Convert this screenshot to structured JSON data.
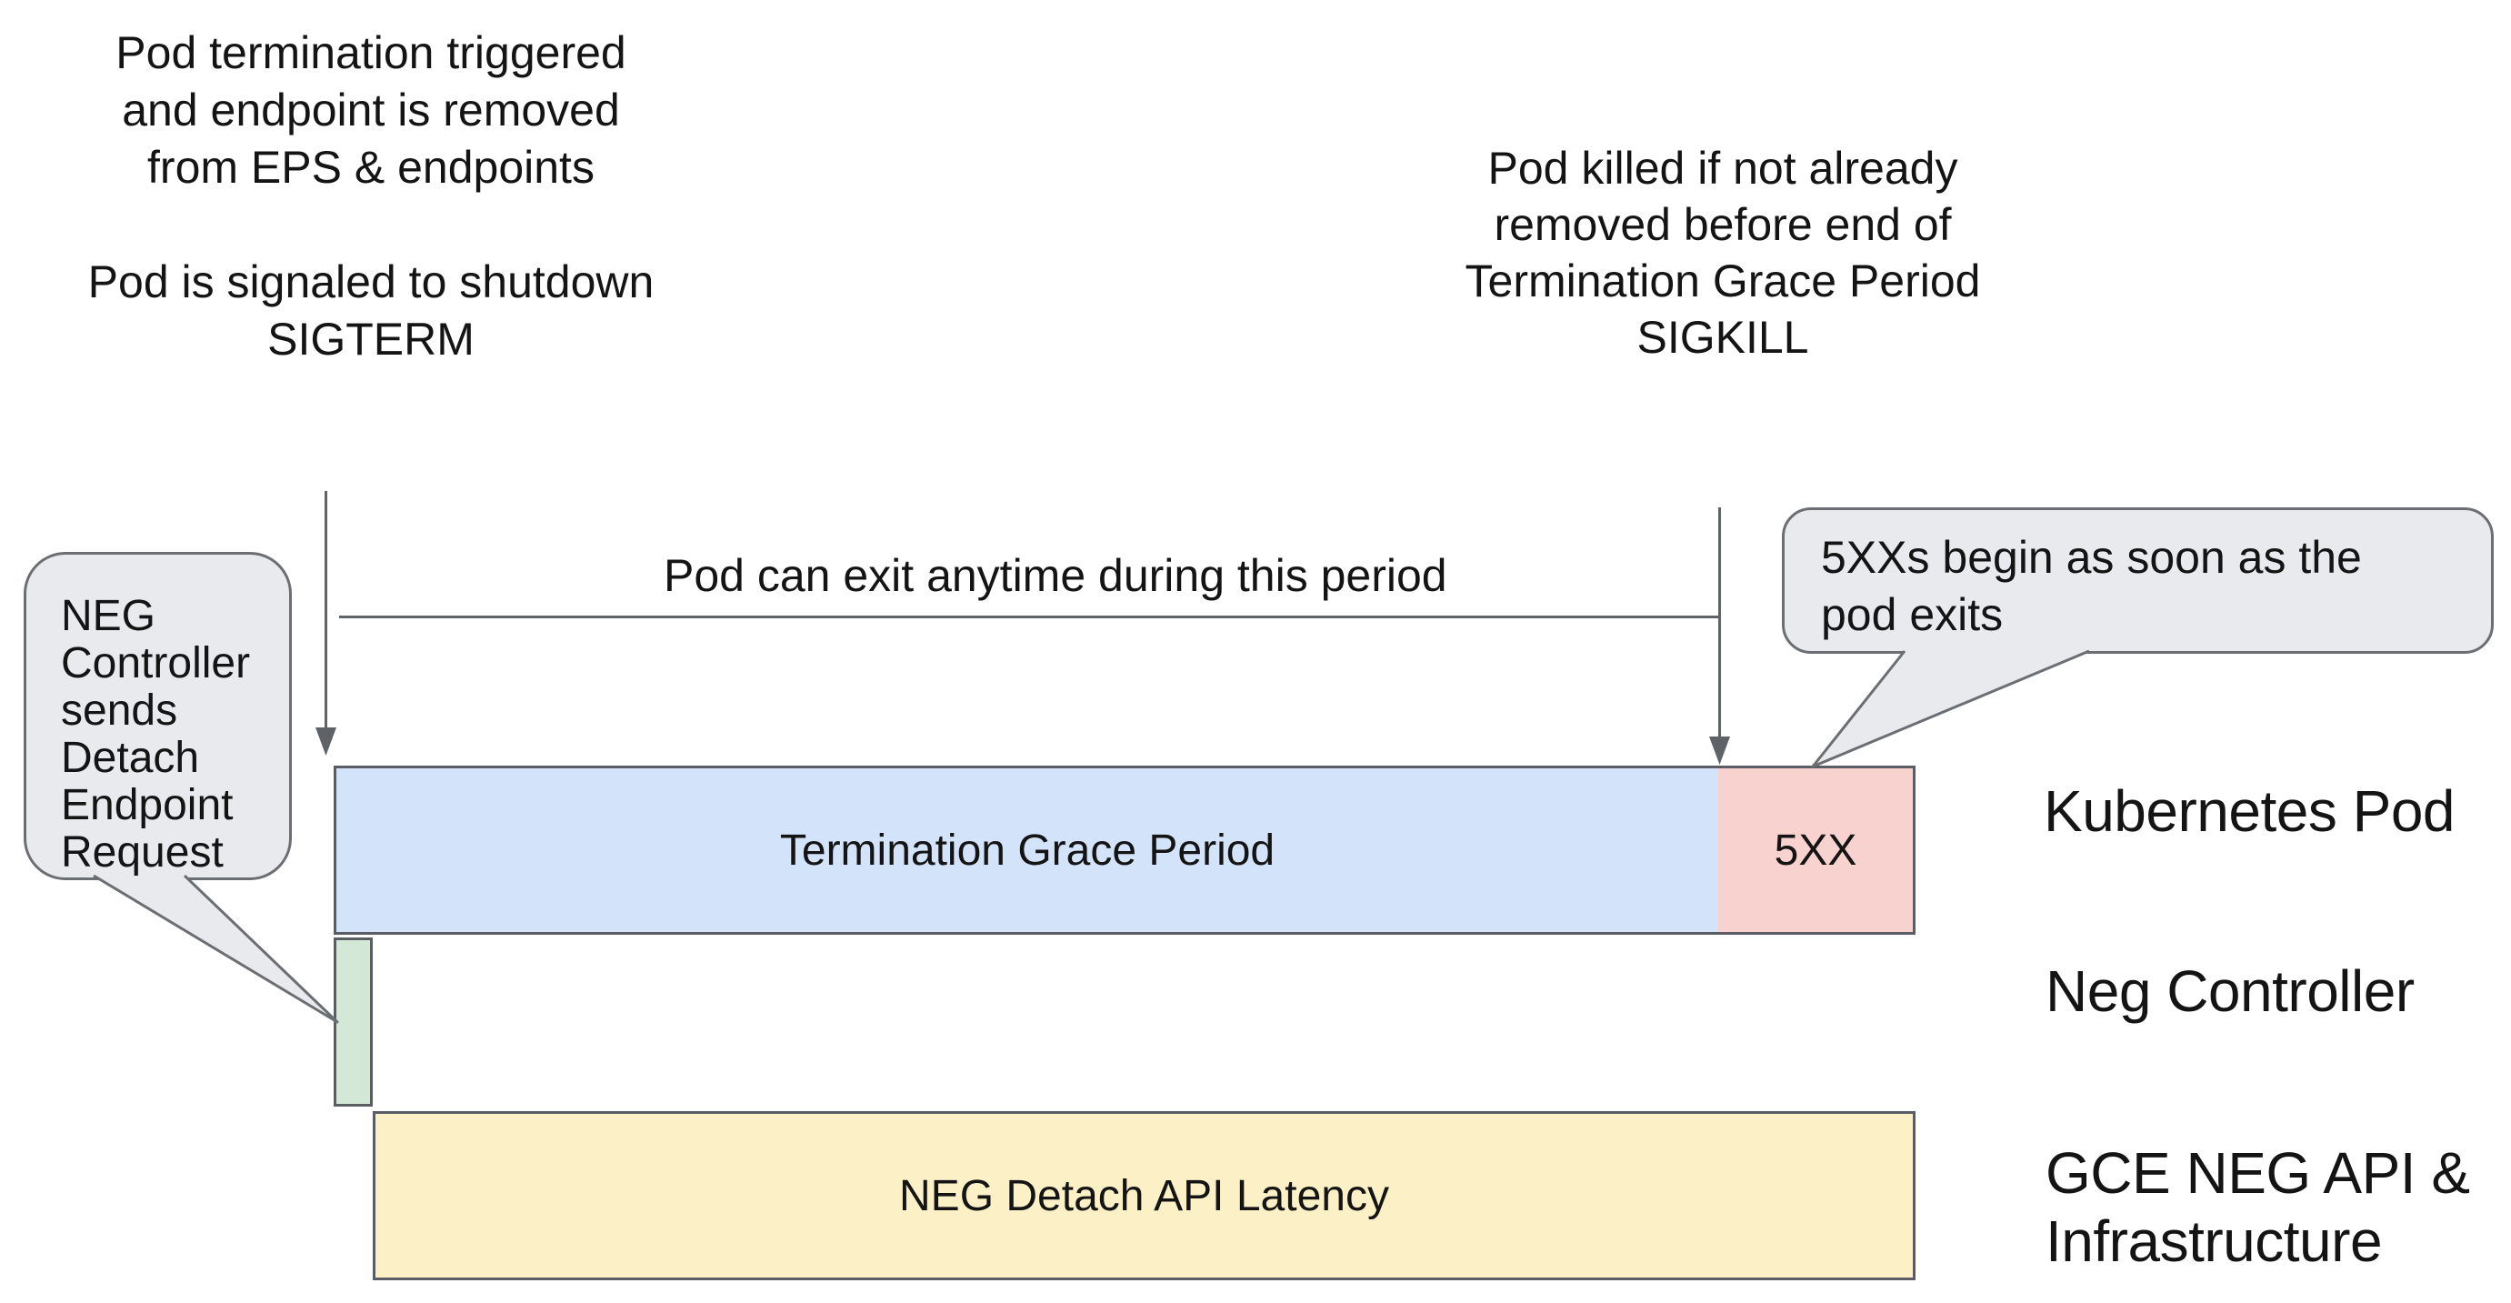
{
  "colors": {
    "background": "#ffffff",
    "bar_blue": "#d3e3fa",
    "bar_red": "#f8d2ce",
    "bar_green": "#d3e8d6",
    "bar_yellow": "#fbf0c6",
    "bubble_fill": "#e8eaed",
    "bar_border": "#5a5e64",
    "bubble_border": "#6b6e73",
    "arrow": "#5f6368",
    "text": "#141414"
  },
  "annotations": {
    "pod_termination": {
      "line1": "Pod termination triggered",
      "line2": "and endpoint is removed",
      "line3": "from EPS & endpoints",
      "line4": "Pod is signaled to shutdown",
      "line5": "SIGTERM"
    },
    "pod_killed": {
      "line1": "Pod killed if not already",
      "line2": "removed before end of",
      "line3": "Termination Grace Period",
      "line4": "SIGKILL"
    },
    "period_label": "Pod can exit anytime during this period"
  },
  "bubbles": {
    "neg_controller": {
      "line1": "NEG",
      "line2": "Controller",
      "line3": "sends",
      "line4": "Detach",
      "line5": "Endpoint",
      "line6": "Request"
    },
    "five_xx": {
      "line1": "5XXs begin as soon as the",
      "line2": "pod exits"
    }
  },
  "bars": {
    "grace_period": {
      "label": "Termination Grace Period"
    },
    "five_xx": {
      "label": "5XX"
    },
    "neg_detach_latency": {
      "label": "NEG Detach API Latency"
    }
  },
  "row_labels": {
    "kubernetes_pod": "Kubernetes Pod",
    "neg_controller": "Neg Controller",
    "gce_line1": "GCE NEG API &",
    "gce_line2": "Infrastructure"
  }
}
